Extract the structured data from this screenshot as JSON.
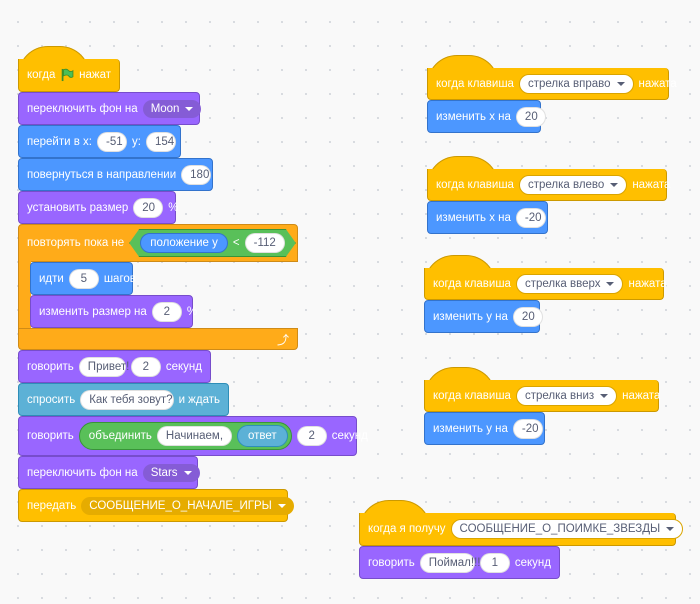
{
  "colors": {
    "events": "#FFBF00",
    "looks": "#9966FF",
    "motion": "#4C97FF",
    "sensing": "#5CB1D6",
    "operators": "#59C059",
    "control": "#FFAB19"
  },
  "script1": {
    "when_flag": {
      "pre": "когда",
      "icon": "green-flag-icon",
      "post": "нажат"
    },
    "switch_backdrop1": {
      "label": "переключить фон на",
      "value": "Moon"
    },
    "goto": {
      "label": "перейти в x:",
      "x": "-51",
      "ylabel": "y:",
      "y": "154"
    },
    "point": {
      "label": "повернуться в направлении",
      "value": "180"
    },
    "set_size": {
      "label": "установить размер",
      "value": "20",
      "unit": "%"
    },
    "repeat_until": {
      "label": "повторять пока не",
      "reporter": "положение y",
      "op": "<",
      "value": "-112"
    },
    "move": {
      "label": "идти",
      "value": "5",
      "unit": "шагов"
    },
    "change_size": {
      "label": "изменить размер на",
      "value": "2",
      "unit": "%"
    },
    "say1": {
      "label": "говорить",
      "text": "Привет!",
      "secs": "2",
      "unit": "секунд"
    },
    "ask": {
      "label": "спросить",
      "text": "Как тебя зовут?",
      "post": "и ждать"
    },
    "say2": {
      "label": "говорить",
      "join": "объединить",
      "text": "Начинаем,",
      "answer": "ответ",
      "secs": "2",
      "unit": "секунд"
    },
    "switch_backdrop2": {
      "label": "переключить фон на",
      "value": "Stars"
    },
    "broadcast": {
      "label": "передать",
      "value": "СООБЩЕНИЕ_О_НАЧАЛЕ_ИГРЫ"
    }
  },
  "key_scripts": [
    {
      "pre": "когда клавиша",
      "key": "стрелка вправо",
      "post": "нажата",
      "action": "изменить х на",
      "value": "20"
    },
    {
      "pre": "когда клавиша",
      "key": "стрелка влево",
      "post": "нажата",
      "action": "изменить х на",
      "value": "-20"
    },
    {
      "pre": "когда клавиша",
      "key": "стрелка вверх",
      "post": "нажата",
      "action": "изменить у на",
      "value": "20"
    },
    {
      "pre": "когда клавиша",
      "key": "стрелка вниз",
      "post": "нажата",
      "action": "изменить у на",
      "value": "-20"
    }
  ],
  "receive_script": {
    "label": "когда я получу",
    "message": "СООБЩЕНИЕ_О_ПОИМКЕ_ЗВЕЗДЫ",
    "say": "говорить",
    "text": "Поймал!!!",
    "secs": "1",
    "unit": "секунд"
  }
}
